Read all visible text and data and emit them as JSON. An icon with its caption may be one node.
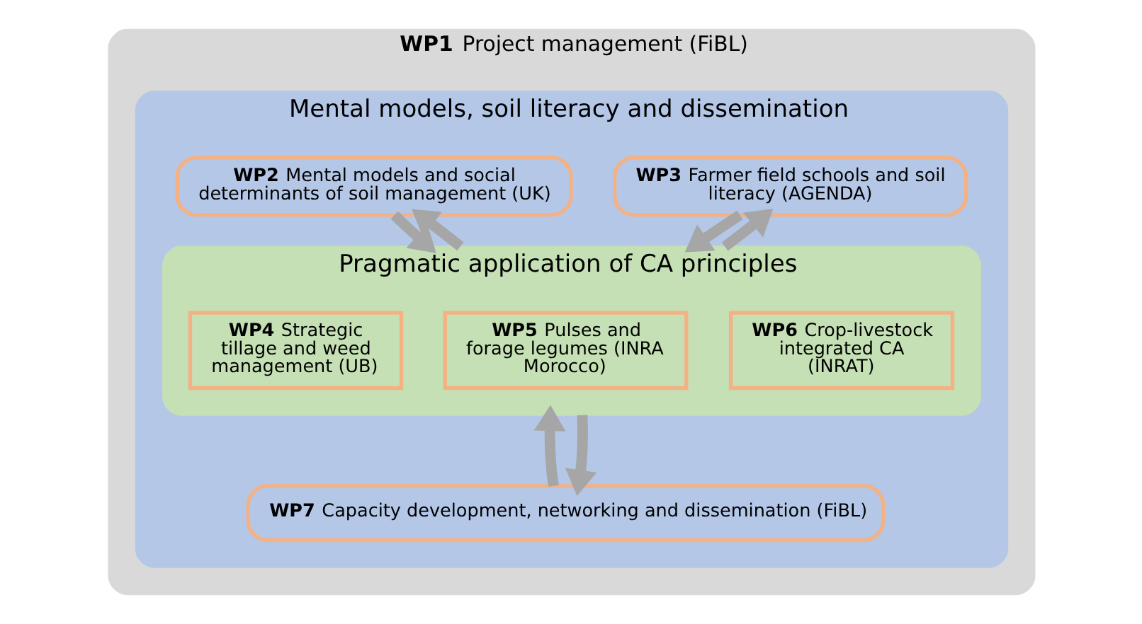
{
  "diagram": {
    "nodes": [
      {
        "text": [
          "**WP1** Project management (FiBL)"
        ]
      },
      {
        "text": [
          "Mental models, soil literacy and dissemination"
        ],
        "in": 0
      },
      {
        "text": [
          "**WP2** Mental models and social determinants of soil management (UK)"
        ],
        "in": 1
      },
      {
        "text": [
          "**WP3** Farmer field schools and soil literacy (AGENDA)"
        ],
        "in": 1
      },
      {
        "text": [
          "Pragmatic application of CA principles"
        ],
        "in": 1
      },
      {
        "text": [
          "**WP4** Strategic tillage and weed management (UB)"
        ],
        "in": 4
      },
      {
        "text": [
          "**WP5** Pulses and forage legumes (INRA Morocco)"
        ],
        "in": 4
      },
      {
        "text": [
          "**WP6** Crop-livestock integrated CA (INRAT)"
        ],
        "in": 4
      },
      {
        "text": [
          "**WP7** Capacity development, networking and dissemination (FiBL)"
        ],
        "in": 1
      }
    ],
    "edges": [
      {
        "from": 2,
        "to": 4,
        "arrow": "to"
      },
      {
        "from": 4,
        "to": 2,
        "arrow": "to"
      },
      {
        "from": 3,
        "to": 4,
        "arrow": "to"
      },
      {
        "from": 4,
        "to": 3,
        "arrow": "to"
      },
      {
        "from": 8,
        "to": 4,
        "arrow": "to"
      },
      {
        "from": 4,
        "to": 8,
        "arrow": "to"
      }
    ]
  }
}
